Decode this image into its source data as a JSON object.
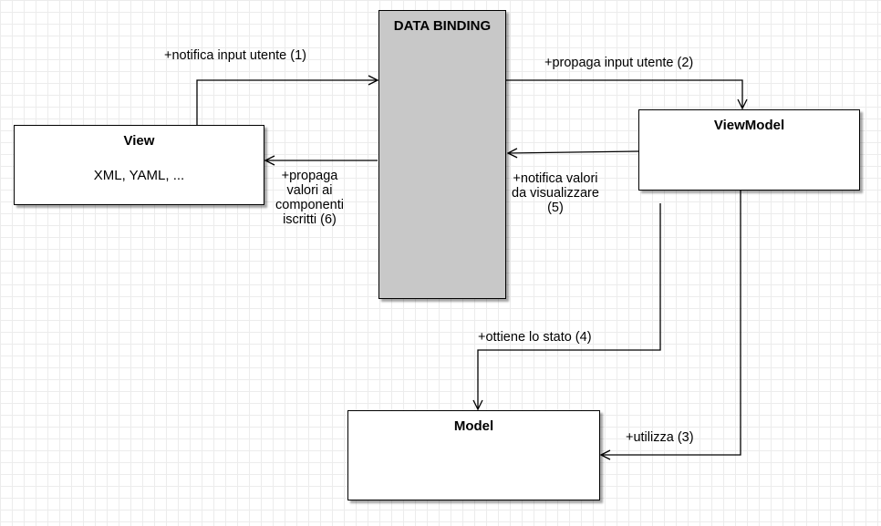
{
  "nodes": {
    "data_binding": {
      "title": "DATA BINDING",
      "fill": "#c8c8c8"
    },
    "view": {
      "title": "View",
      "subtitle": "XML, YAML, ..."
    },
    "viewmodel": {
      "title": "ViewModel"
    },
    "model": {
      "title": "Model"
    }
  },
  "edges": {
    "notify_input": "+notifica input utente (1)",
    "propagate_input": "+propaga input utente (2)",
    "uses": "+utilizza (3)",
    "gets_state": "+ottiene lo stato (4)",
    "notify_values": "+notifica valori\nda visualizzare\n(5)",
    "propagate_values": "+propaga\nvalori ai\ncomponenti\niscritti (6)"
  },
  "colors": {
    "line": "#000000",
    "shadow": "rgba(0,0,0,0.35)",
    "grid": "#ececec"
  }
}
